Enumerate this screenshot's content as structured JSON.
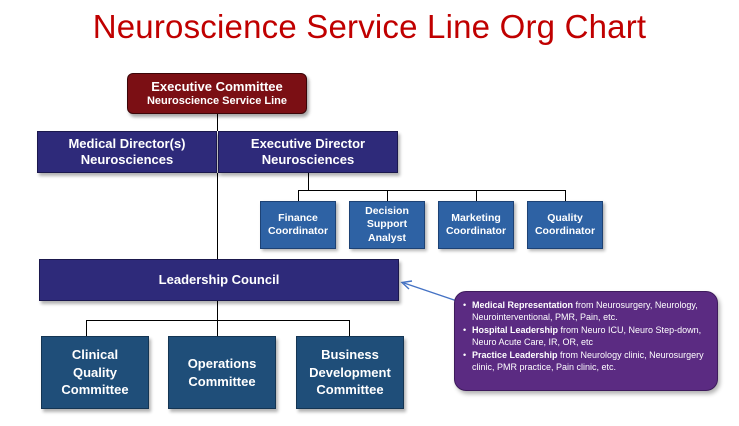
{
  "title": "Neuroscience Service Line Org Chart",
  "executive_committee": {
    "line1": "Executive Committee",
    "line2": "Neuroscience Service Line"
  },
  "medical_director": {
    "line1": "Medical Director(s)",
    "line2": "Neurosciences"
  },
  "executive_director": {
    "line1": "Executive Director",
    "line2": "Neurosciences"
  },
  "coordinators": [
    {
      "line1": "Finance",
      "line2": "Coordinator",
      "line3": ""
    },
    {
      "line1": "Decision",
      "line2": "Support",
      "line3": "Analyst"
    },
    {
      "line1": "Marketing",
      "line2": "Coordinator",
      "line3": ""
    },
    {
      "line1": "Quality",
      "line2": "Coordinator",
      "line3": ""
    }
  ],
  "leadership_council": "Leadership Council",
  "committees": [
    {
      "line1": "Clinical",
      "line2": "Quality",
      "line3": "Committee"
    },
    {
      "line1": "Operations",
      "line2": "Committee",
      "line3": ""
    },
    {
      "line1": "Business",
      "line2": "Development",
      "line3": "Committee"
    }
  ],
  "callout": {
    "items": [
      {
        "bold": "Medical Representation",
        "text": " from Neurosurgery, Neurology, Neurointerventional, PMR, Pain, etc."
      },
      {
        "bold": "Hospital Leadership",
        "text": " from Neuro ICU, Neuro Step-down, Neuro Acute Care, IR, OR, etc"
      },
      {
        "bold": "Practice Leadership",
        "text": " from Neurology clinic, Neurosurgery clinic, PMR practice, Pain clinic, etc."
      }
    ]
  },
  "colors": {
    "title": "#c00000",
    "executive_committee": "#7b0f14",
    "directors": "#2e2a7a",
    "coordinators": "#2e62a4",
    "committees": "#1f4e79",
    "callout": "#5b2b82",
    "arrow": "#4472c4"
  }
}
